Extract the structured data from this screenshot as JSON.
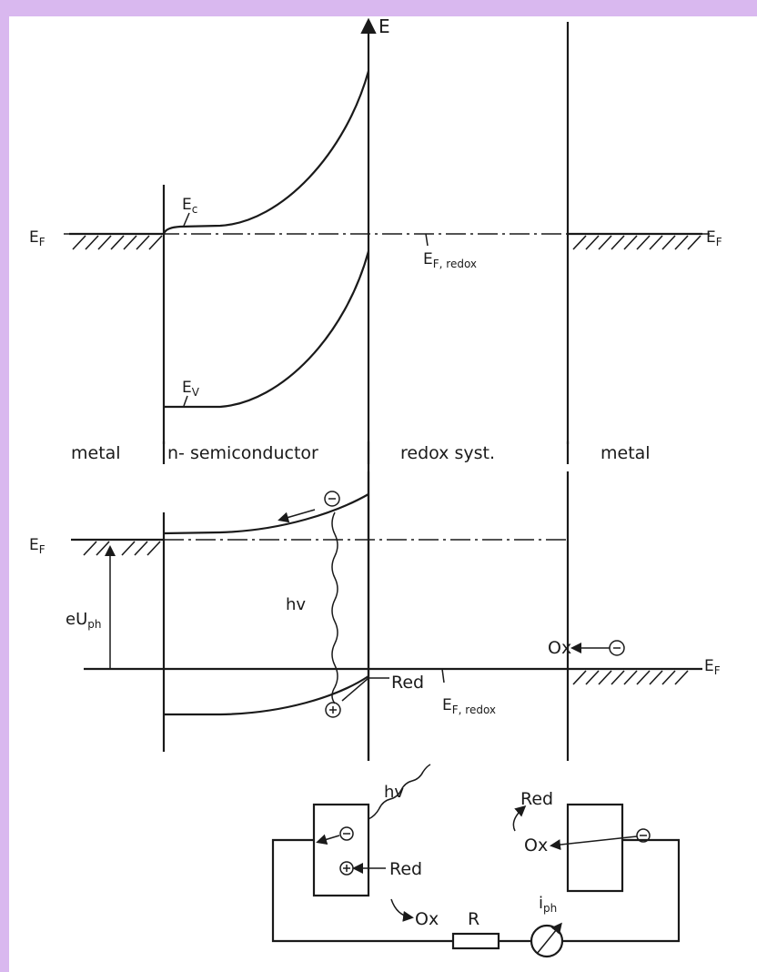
{
  "labels": {
    "energy_axis": "E",
    "ef_left": "E",
    "ef_left_sub": "F",
    "ef_right": "E",
    "ef_right_sub": "F",
    "ec": "E",
    "ec_sub": "c",
    "ev": "E",
    "ev_sub": "V",
    "ef_redox": "E",
    "ef_redox_sub": "F, redox",
    "region_metal_left": "metal",
    "region_semiconductor": "n- semiconductor",
    "region_redox": "redox syst.",
    "region_metal_right": "metal",
    "ef_left_2": "E",
    "ef_left_2_sub": "F",
    "photovoltage": "eU",
    "photovoltage_sub": "ph",
    "photon": "hv",
    "red": "Red",
    "ef_redox_2": "E",
    "ef_redox_2_sub": "F, redox",
    "ox": "Ox",
    "ef_right_2": "E",
    "ef_right_2_sub": "F",
    "electron_symbol": "⊖",
    "hole_symbol": "⊕",
    "cell_photon": "hv",
    "cell_red_left": "Red",
    "cell_ox_left": "Ox",
    "cell_red_right": "Red",
    "cell_ox_right": "Ox",
    "resistor": "R",
    "current": "i",
    "current_sub": "ph"
  }
}
